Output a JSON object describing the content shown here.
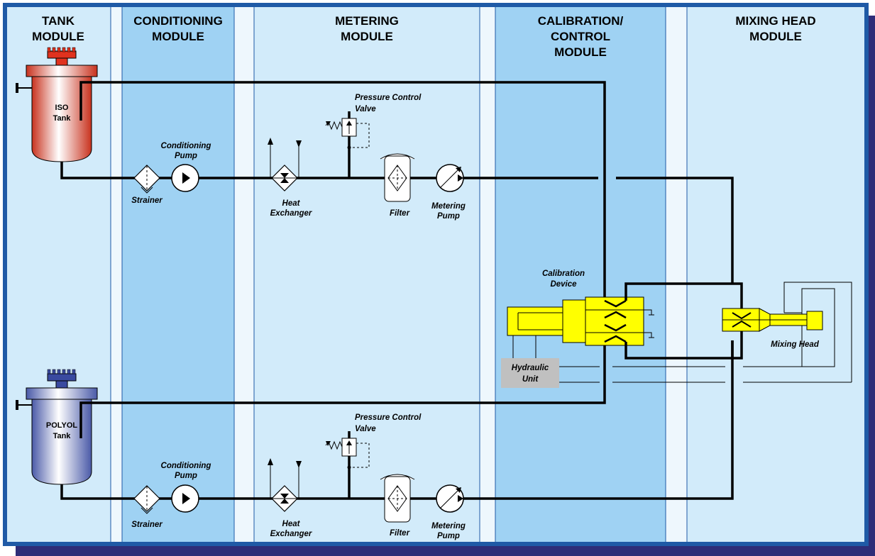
{
  "modules": {
    "tank": [
      "TANK",
      "MODULE"
    ],
    "conditioning": [
      "CONDITIONING",
      "MODULE"
    ],
    "metering": [
      "METERING",
      "MODULE"
    ],
    "calibration": [
      "CALIBRATION/",
      "CONTROL",
      "MODULE"
    ],
    "mixing_head": [
      "MIXING HEAD",
      "MODULE"
    ]
  },
  "iso": {
    "tank": [
      "ISO",
      "Tank"
    ],
    "strainer": "Strainer",
    "conditioning_pump": [
      "Conditioning",
      "Pump"
    ],
    "heat_exchanger": [
      "Heat",
      "Exchanger"
    ],
    "pressure_control_valve": [
      "Pressure Control",
      "Valve"
    ],
    "filter": "Filter",
    "metering_pump": [
      "Metering",
      "Pump"
    ]
  },
  "polyol": {
    "tank": [
      "POLYOL",
      "Tank"
    ],
    "strainer": "Strainer",
    "conditioning_pump": [
      "Conditioning",
      "Pump"
    ],
    "heat_exchanger": [
      "Heat",
      "Exchanger"
    ],
    "pressure_control_valve": [
      "Pressure Control",
      "Valve"
    ],
    "filter": "Filter",
    "metering_pump": [
      "Metering",
      "Pump"
    ]
  },
  "calibration_device": [
    "Calibration",
    "Device"
  ],
  "hydraulic_unit": [
    "Hydraulic",
    "Unit"
  ],
  "mixing_head": "Mixing Head",
  "colors": {
    "background_light": "#d2ebfa",
    "band_medium": "#9fd2f3",
    "separator": "#eef7fd",
    "frame": "#1f5aa6",
    "shadow": "#2e2d78",
    "device_yellow": "#ffff00",
    "hydraulic_gray": "#c0c0c0"
  }
}
